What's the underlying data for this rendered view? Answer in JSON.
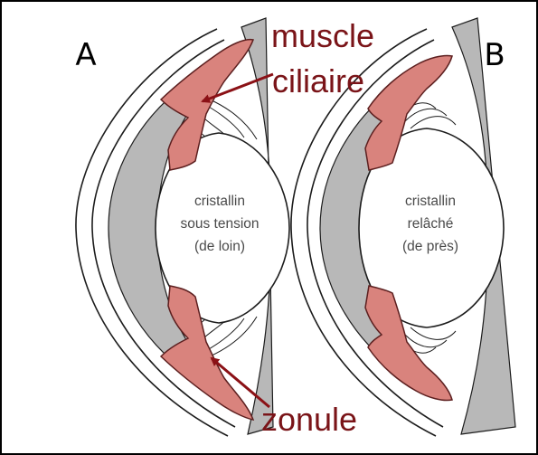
{
  "panels": [
    {
      "letter": "A",
      "lens_lines": [
        "cristallin",
        "sous tension",
        "(de loin)"
      ]
    },
    {
      "letter": "B",
      "lens_lines": [
        "cristallin",
        "relâché",
        "(de près)"
      ]
    }
  ],
  "labels": {
    "muscle": [
      "muscle",
      "ciliaire"
    ],
    "zonule": "zonule"
  },
  "colors": {
    "muscle_fill": "#d9837d",
    "muscle_stroke": "#5c1f1f",
    "label_text": "#7a1418",
    "arrow": "#8b1116",
    "gray_region": "#b8b8b8",
    "lens_fill": "#ffffff",
    "outline": "#1c1c1c"
  }
}
